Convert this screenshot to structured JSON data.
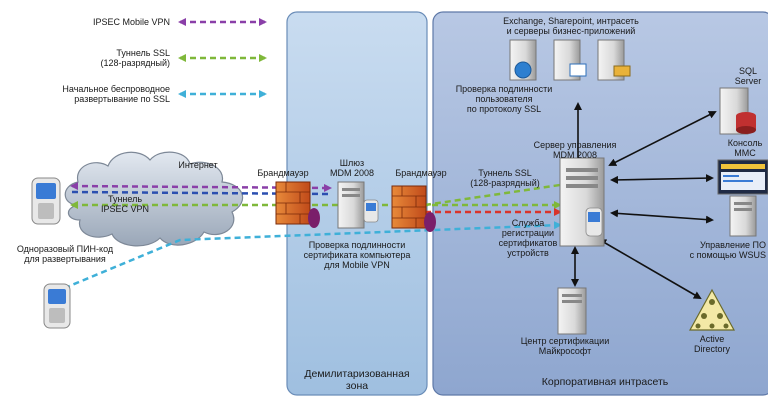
{
  "legend": [
    {
      "label_lines": [
        "IPSEC Mobile VPN"
      ],
      "color": "#8a3fa8"
    },
    {
      "label_lines": [
        "Туннель SSL",
        "(128-разрядный)"
      ],
      "color": "#7fb83a"
    },
    {
      "label_lines": [
        "Начальное беспроводное",
        "развертывание по SSL"
      ],
      "color": "#3fb0d8"
    }
  ],
  "zones": {
    "dmz_lines": [
      "Демилитаризованная",
      "зона"
    ],
    "intranet": "Корпоративная интрасеть"
  },
  "labels": {
    "internet": "Интернет",
    "firewall_left": "Брандмауэр",
    "firewall_right": "Брандмауэр",
    "gateway_lines": [
      "Шлюз",
      "MDM 2008"
    ],
    "tunnel_ipsec_lines": [
      "Туннель",
      "IPSEC VPN"
    ],
    "one_time_pin_lines": [
      "Одноразовый ПИН-код",
      "для развертывания"
    ],
    "cert_check_lines": [
      "Проверка подлинности",
      "сертификата компьютера",
      "для Mobile VPN"
    ],
    "tunnel_ssl_lines": [
      "Туннель SSL",
      "(128-разрядный)"
    ],
    "servers_lines": [
      "Exchange, Sharepoint, интрасеть",
      "и серверы бизнес-приложений"
    ],
    "user_auth_lines": [
      "Проверка подлинности",
      "пользователя",
      "по протоколу SSL"
    ],
    "mdm_server_lines": [
      "Сервер управления",
      "MDM 2008"
    ],
    "enroll_lines": [
      "Служба",
      "регистрации",
      "сертификатов",
      "устройств"
    ],
    "ca_lines": [
      "Центр сертификации",
      "Майкрософт"
    ],
    "ad_lines": [
      "Active",
      "Directory"
    ],
    "sql_lines": [
      "SQL",
      "Server"
    ],
    "mmc_lines": [
      "Консоль",
      "MMC"
    ],
    "wsus_lines": [
      "Управление ПО",
      "с помощью WSUS"
    ]
  },
  "colors": {
    "dmz_fill": "#a9c8e6",
    "intranet_fill": "#9eb3d6",
    "ipsec": "#8a3fa8",
    "ssl": "#7fb83a",
    "wireless": "#3fb0d8",
    "red_link": "#d9342b"
  }
}
